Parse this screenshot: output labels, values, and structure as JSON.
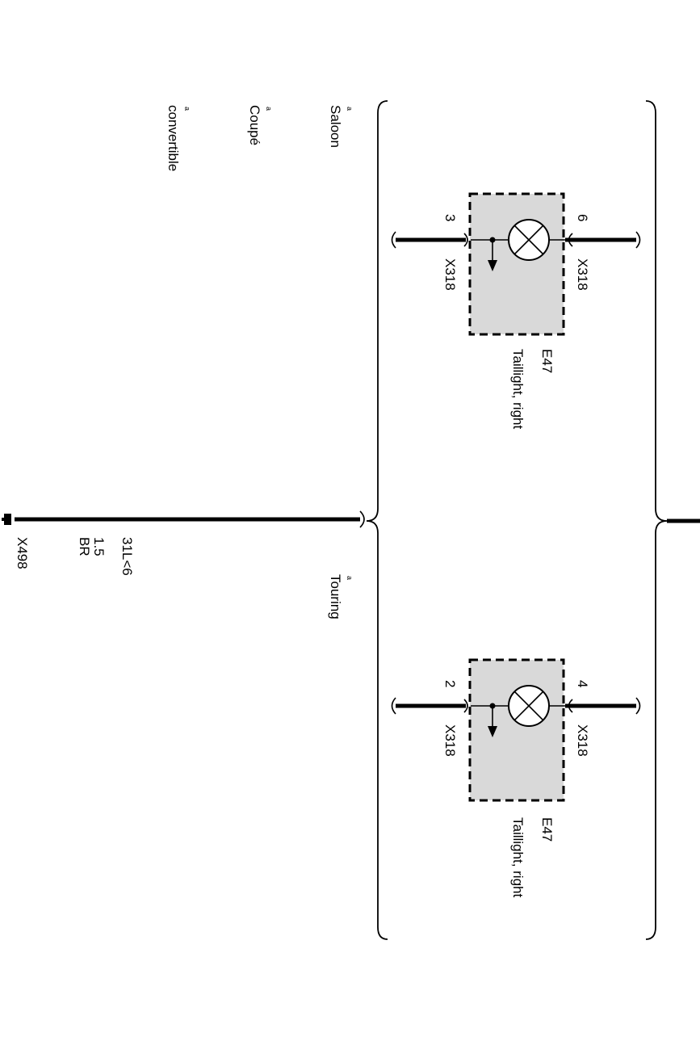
{
  "variants": {
    "saloon": "Saloon",
    "coupe": "Coupé",
    "convertible": "convertible",
    "touring": "Touring",
    "note_a": "a",
    "note_b": "a",
    "note_c": "a",
    "note_d": "a"
  },
  "components": [
    {
      "id": "E47",
      "name": "Taillight, right",
      "pin_top": "6",
      "pin_bottom": "3",
      "connector_top": "X318",
      "connector_bottom": "X318"
    },
    {
      "id": "E47",
      "name": "Taillight, right",
      "pin_top": "4",
      "pin_bottom": "2",
      "connector_top": "X318",
      "connector_bottom": "X318"
    }
  ],
  "ground_wire": {
    "signal": "31L<6",
    "cross_section": "1.5",
    "color": "BR",
    "connector": "X498"
  }
}
